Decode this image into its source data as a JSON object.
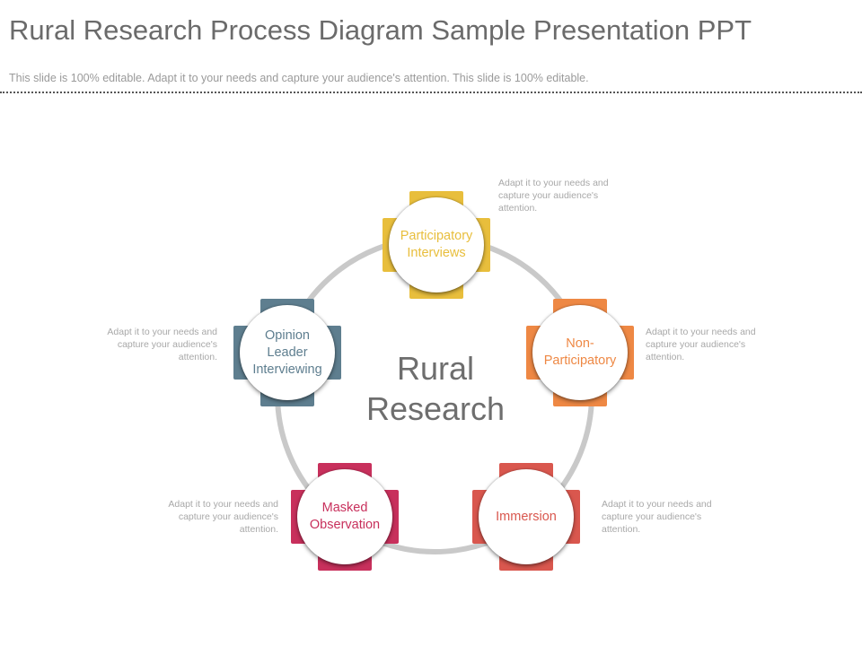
{
  "header": {
    "title": "Rural Research Process Diagram Sample Presentation PPT",
    "subtitle": "This slide is 100% editable. Adapt it to your needs and capture your audience's attention. This slide is 100% editable."
  },
  "diagram": {
    "center_label": "Rural Research",
    "nodes": [
      {
        "label": "Participatory Interviews",
        "color": "#e8be3c",
        "note": "Adapt it to your needs and capture your audience's attention."
      },
      {
        "label": "Non-Participatory",
        "color": "#ee8844",
        "note": "Adapt it to your needs and capture your audience's attention."
      },
      {
        "label": "Immersion",
        "color": "#d9574e",
        "note": "Adapt it to your needs and capture your audience's attention."
      },
      {
        "label": "Masked Observation",
        "color": "#c8305c",
        "note": "Adapt it to your needs and capture your audience's attention."
      },
      {
        "label": "Opinion Leader Interviewing",
        "color": "#5e7e8f",
        "note": "Adapt it to your needs and capture your audience's attention."
      }
    ]
  }
}
